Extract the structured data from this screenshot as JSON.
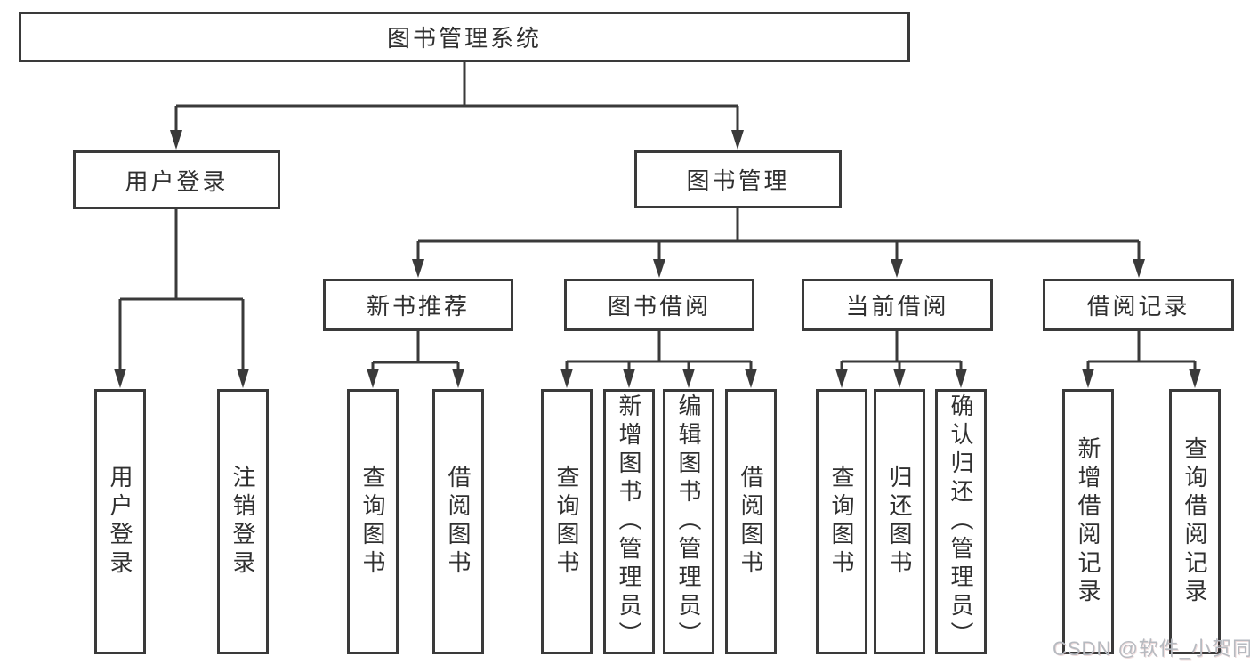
{
  "colors": {
    "line": "#3a3a3a",
    "text": "#303030",
    "watermark": "#b6bac0",
    "background": "#ffffff"
  },
  "watermark": "CSDN @软件_小贺同学",
  "root": {
    "label": "图书管理系统",
    "children": [
      {
        "label": "用户登录",
        "children": [
          {
            "label": "用户登录"
          },
          {
            "label": "注销登录"
          }
        ]
      },
      {
        "label": "图书管理",
        "children": [
          {
            "label": "新书推荐",
            "children": [
              {
                "label": "查询图书"
              },
              {
                "label": "借阅图书"
              }
            ]
          },
          {
            "label": "图书借阅",
            "children": [
              {
                "label": "查询图书"
              },
              {
                "label": "新增图书（管理员）"
              },
              {
                "label": "编辑图书（管理员）"
              },
              {
                "label": "借阅图书"
              }
            ]
          },
          {
            "label": "当前借阅",
            "children": [
              {
                "label": "查询图书"
              },
              {
                "label": "归还图书"
              },
              {
                "label": "确认归还（管理员）"
              }
            ]
          },
          {
            "label": "借阅记录",
            "children": [
              {
                "label": "新增借阅记录"
              },
              {
                "label": "查询借阅记录"
              }
            ]
          }
        ]
      }
    ]
  }
}
